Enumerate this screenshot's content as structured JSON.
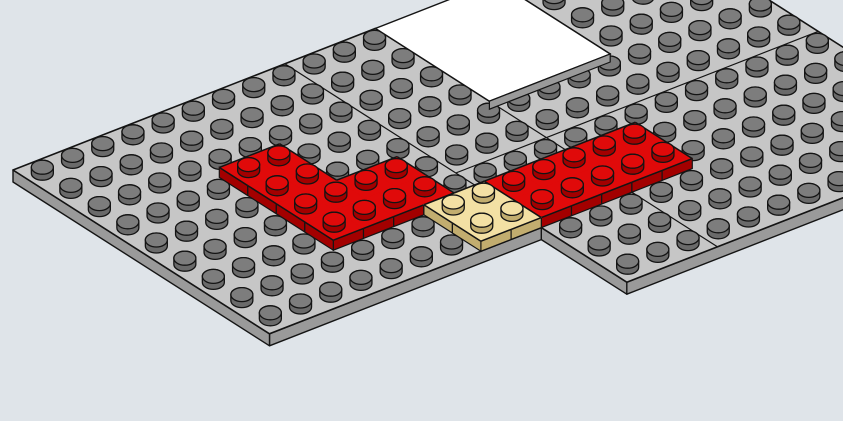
{
  "colors": {
    "background": "#dfe4e9",
    "plate_gray": "#c6c6c6",
    "plate_gray_side": "#9a9a9a",
    "plate_gray_stud_side": "#6a6a6a",
    "plate_gray_stud_top": "#7d7d7d",
    "plate_red": "#e00a0a",
    "plate_red_side": "#a30000",
    "plate_tan": "#f3e0a4",
    "plate_tan_side": "#c2ad6f",
    "outline": "#141414",
    "hole": "#ffffff"
  },
  "scene": {
    "description_icon": "lego-baseplate-illustration",
    "pieces": [
      {
        "name": "gray-baseplate",
        "color_key": "plate_gray"
      },
      {
        "name": "red-corner-plate-left",
        "color_key": "plate_red"
      },
      {
        "name": "red-plate-right",
        "color_key": "plate_red"
      },
      {
        "name": "tan-corner-plate",
        "color_key": "plate_tan"
      }
    ]
  }
}
